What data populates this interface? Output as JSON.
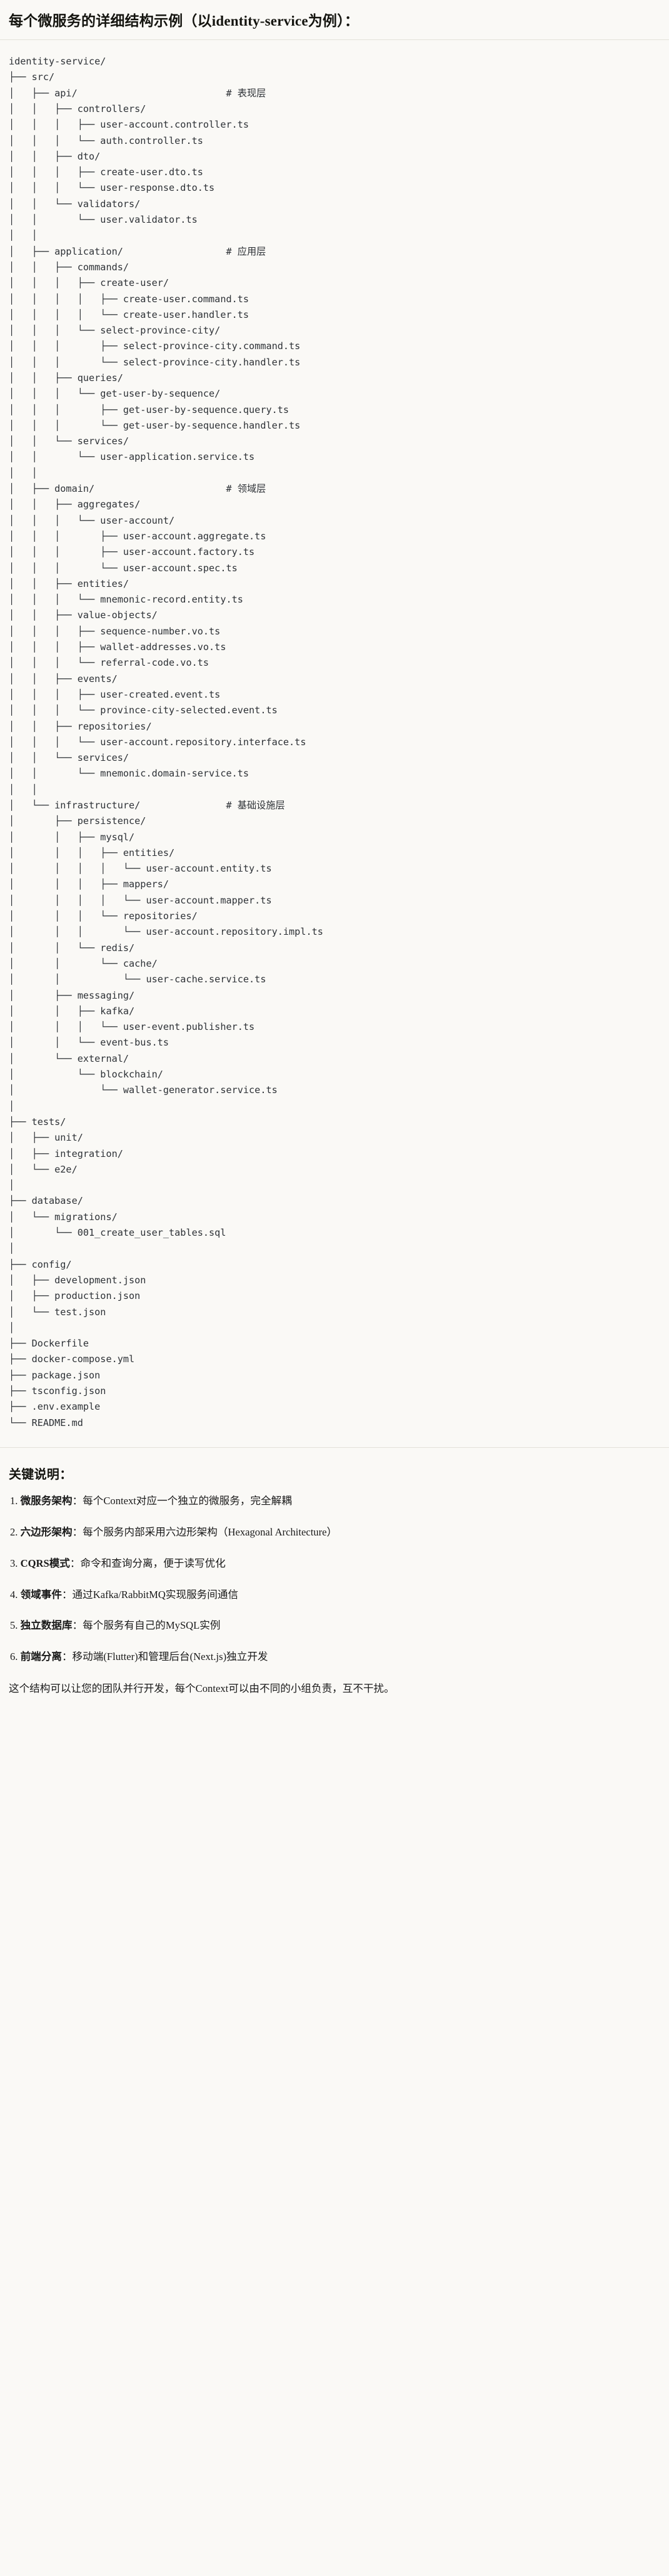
{
  "page": {
    "title": "每个微服务的详细结构示例（以identity-service为例）："
  },
  "tree": {
    "root": "identity-service/",
    "lines": [
      "identity-service/",
      "├── src/",
      "│   ├── api/                          # 表现层",
      "│   │   ├── controllers/",
      "│   │   │   ├── user-account.controller.ts",
      "│   │   │   └── auth.controller.ts",
      "│   │   ├── dto/",
      "│   │   │   ├── create-user.dto.ts",
      "│   │   │   └── user-response.dto.ts",
      "│   │   └── validators/",
      "│   │       └── user.validator.ts",
      "│   │",
      "│   ├── application/                  # 应用层",
      "│   │   ├── commands/",
      "│   │   │   ├── create-user/",
      "│   │   │   │   ├── create-user.command.ts",
      "│   │   │   │   └── create-user.handler.ts",
      "│   │   │   └── select-province-city/",
      "│   │   │       ├── select-province-city.command.ts",
      "│   │   │       └── select-province-city.handler.ts",
      "│   │   ├── queries/",
      "│   │   │   └── get-user-by-sequence/",
      "│   │   │       ├── get-user-by-sequence.query.ts",
      "│   │   │       └── get-user-by-sequence.handler.ts",
      "│   │   └── services/",
      "│   │       └── user-application.service.ts",
      "│   │",
      "│   ├── domain/                       # 领域层",
      "│   │   ├── aggregates/",
      "│   │   │   └── user-account/",
      "│   │   │       ├── user-account.aggregate.ts",
      "│   │   │       ├── user-account.factory.ts",
      "│   │   │       └── user-account.spec.ts",
      "│   │   ├── entities/",
      "│   │   │   └── mnemonic-record.entity.ts",
      "│   │   ├── value-objects/",
      "│   │   │   ├── sequence-number.vo.ts",
      "│   │   │   ├── wallet-addresses.vo.ts",
      "│   │   │   └── referral-code.vo.ts",
      "│   │   ├── events/",
      "│   │   │   ├── user-created.event.ts",
      "│   │   │   └── province-city-selected.event.ts",
      "│   │   ├── repositories/",
      "│   │   │   └── user-account.repository.interface.ts",
      "│   │   └── services/",
      "│   │       └── mnemonic.domain-service.ts",
      "│   │",
      "│   └── infrastructure/               # 基础设施层",
      "│       ├── persistence/",
      "│       │   ├── mysql/",
      "│       │   │   ├── entities/",
      "│       │   │   │   └── user-account.entity.ts",
      "│       │   │   ├── mappers/",
      "│       │   │   │   └── user-account.mapper.ts",
      "│       │   │   └── repositories/",
      "│       │   │       └── user-account.repository.impl.ts",
      "│       │   └── redis/",
      "│       │       └── cache/",
      "│       │           └── user-cache.service.ts",
      "│       ├── messaging/",
      "│       │   ├── kafka/",
      "│       │   │   └── user-event.publisher.ts",
      "│       │   └── event-bus.ts",
      "│       └── external/",
      "│           └── blockchain/",
      "│               └── wallet-generator.service.ts",
      "│",
      "├── tests/",
      "│   ├── unit/",
      "│   ├── integration/",
      "│   └── e2e/",
      "│",
      "├── database/",
      "│   └── migrations/",
      "│       └── 001_create_user_tables.sql",
      "│",
      "├── config/",
      "│   ├── development.json",
      "│   ├── production.json",
      "│   └── test.json",
      "│",
      "├── Dockerfile",
      "├── docker-compose.yml",
      "├── package.json",
      "├── tsconfig.json",
      "├── .env.example",
      "└── README.md"
    ]
  },
  "notes": {
    "heading": "关键说明：",
    "items": [
      {
        "term": "微服务架构",
        "text": "：每个Context对应一个独立的微服务，完全解耦"
      },
      {
        "term": "六边形架构",
        "text": "：每个服务内部采用六边形架构（Hexagonal Architecture）"
      },
      {
        "term": "CQRS模式",
        "text": "：命令和查询分离，便于读写优化"
      },
      {
        "term": "领域事件",
        "text": "：通过Kafka/RabbitMQ实现服务间通信"
      },
      {
        "term": "独立数据库",
        "text": "：每个服务有自己的MySQL实例"
      },
      {
        "term": "前端分离",
        "text": "：移动端(Flutter)和管理后台(Next.js)独立开发"
      }
    ],
    "footer": "这个结构可以让您的团队并行开发，每个Context可以由不同的小组负责，互不干扰。"
  },
  "colors": {
    "background": "#faf9f6",
    "text": "#1a1a1a",
    "code_text": "#2d3136",
    "rule": "#e3e1da"
  }
}
